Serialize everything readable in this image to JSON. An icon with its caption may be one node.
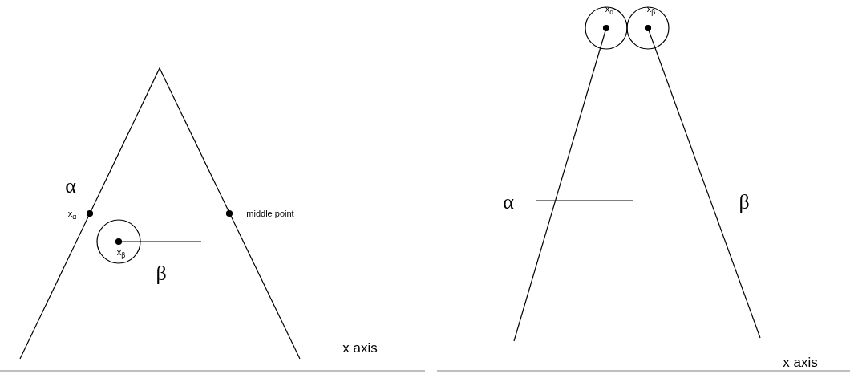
{
  "diagram": {
    "labels": [
      "α",
      "x$_{α}$",
      "middle point",
      "x$_{β}$",
      "β",
      "x axis",
      "x$_{α}$",
      "x$_{β}$",
      "α",
      "β",
      "x axis"
    ]
  }
}
